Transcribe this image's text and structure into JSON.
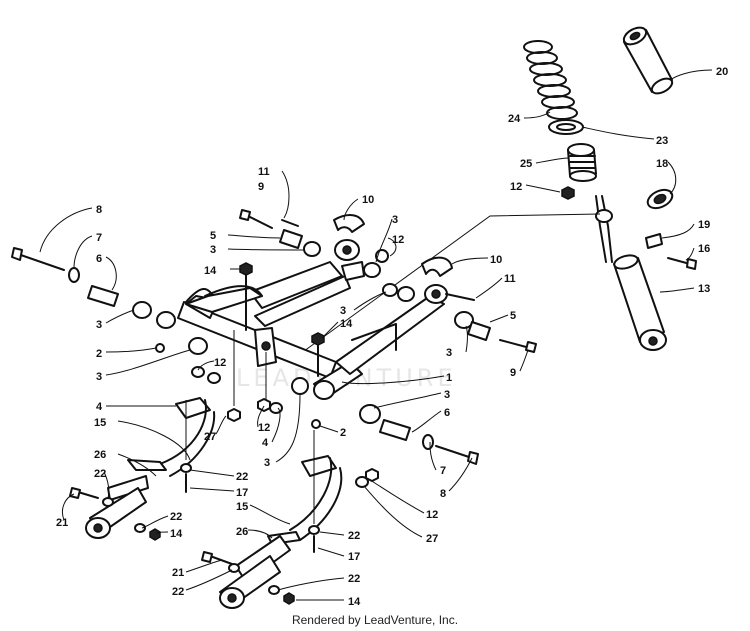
{
  "watermark": "LEADVENTURE",
  "credit": "Rendered by LeadVenture, Inc.",
  "callouts": [
    {
      "id": "8a",
      "text": "8"
    },
    {
      "id": "7a",
      "text": "7"
    },
    {
      "id": "6a",
      "text": "6"
    },
    {
      "id": "3a",
      "text": "3"
    },
    {
      "id": "2a",
      "text": "2"
    },
    {
      "id": "3b",
      "text": "3"
    },
    {
      "id": "4a",
      "text": "4"
    },
    {
      "id": "12a",
      "text": "12"
    },
    {
      "id": "15a",
      "text": "15"
    },
    {
      "id": "27a",
      "text": "27"
    },
    {
      "id": "26a",
      "text": "26"
    },
    {
      "id": "22a",
      "text": "22"
    },
    {
      "id": "21a",
      "text": "21"
    },
    {
      "id": "22b",
      "text": "22"
    },
    {
      "id": "14a",
      "text": "14"
    },
    {
      "id": "22c",
      "text": "22"
    },
    {
      "id": "17a",
      "text": "17"
    },
    {
      "id": "11a",
      "text": "11"
    },
    {
      "id": "9a",
      "text": "9"
    },
    {
      "id": "5a",
      "text": "5"
    },
    {
      "id": "3c",
      "text": "3"
    },
    {
      "id": "14b",
      "text": "14"
    },
    {
      "id": "10a",
      "text": "10"
    },
    {
      "id": "3d",
      "text": "3"
    },
    {
      "id": "12b",
      "text": "12"
    },
    {
      "id": "10b",
      "text": "10"
    },
    {
      "id": "11b",
      "text": "11"
    },
    {
      "id": "3e",
      "text": "3"
    },
    {
      "id": "14c",
      "text": "14"
    },
    {
      "id": "5b",
      "text": "5"
    },
    {
      "id": "3f",
      "text": "3"
    },
    {
      "id": "9b",
      "text": "9"
    },
    {
      "id": "1a",
      "text": "1"
    },
    {
      "id": "3g",
      "text": "3"
    },
    {
      "id": "6b",
      "text": "6"
    },
    {
      "id": "4b",
      "text": "4"
    },
    {
      "id": "12c",
      "text": "12"
    },
    {
      "id": "2b",
      "text": "2"
    },
    {
      "id": "3h",
      "text": "3"
    },
    {
      "id": "7b",
      "text": "7"
    },
    {
      "id": "8b",
      "text": "8"
    },
    {
      "id": "12d",
      "text": "12"
    },
    {
      "id": "27b",
      "text": "27"
    },
    {
      "id": "15b",
      "text": "15"
    },
    {
      "id": "26b",
      "text": "26"
    },
    {
      "id": "22d",
      "text": "22"
    },
    {
      "id": "17b",
      "text": "17"
    },
    {
      "id": "21b",
      "text": "21"
    },
    {
      "id": "22e",
      "text": "22"
    },
    {
      "id": "22f",
      "text": "22"
    },
    {
      "id": "14d",
      "text": "14"
    },
    {
      "id": "20a",
      "text": "20"
    },
    {
      "id": "24a",
      "text": "24"
    },
    {
      "id": "23a",
      "text": "23"
    },
    {
      "id": "25a",
      "text": "25"
    },
    {
      "id": "18a",
      "text": "18"
    },
    {
      "id": "12e",
      "text": "12"
    },
    {
      "id": "19a",
      "text": "19"
    },
    {
      "id": "16a",
      "text": "16"
    },
    {
      "id": "13a",
      "text": "13"
    }
  ]
}
